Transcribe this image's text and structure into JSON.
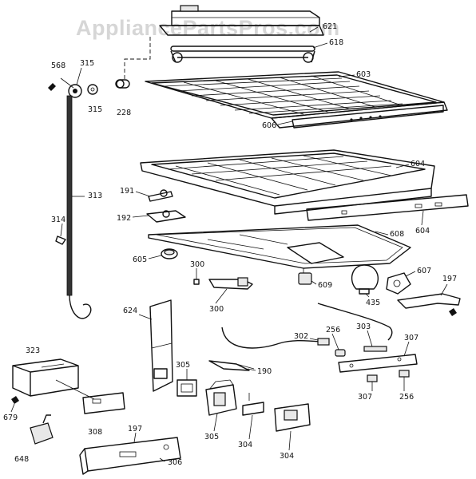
{
  "watermark": "AppliancePartsPros.com",
  "callouts": {
    "p568": "568",
    "p315a": "315",
    "p315b": "315",
    "p228": "228",
    "p621": "621",
    "p618": "618",
    "p603": "603",
    "p606": "606",
    "p313": "313",
    "p314": "314",
    "p604a": "604",
    "p604b": "604",
    "p191": "191",
    "p192": "192",
    "p608": "608",
    "p605": "605",
    "p300a": "300",
    "p300b": "300",
    "p609": "609",
    "p435": "435",
    "p607": "607",
    "p197a": "197",
    "p624": "624",
    "p302": "302",
    "p256a": "256",
    "p303": "303",
    "p307a": "307",
    "p307b": "307",
    "p256b": "256",
    "p190": "190",
    "p305a": "305",
    "p305b": "305",
    "p323": "323",
    "p679": "679",
    "p308": "308",
    "p648": "648",
    "p197b": "197",
    "p306": "306",
    "p304a": "304",
    "p304b": "304"
  }
}
